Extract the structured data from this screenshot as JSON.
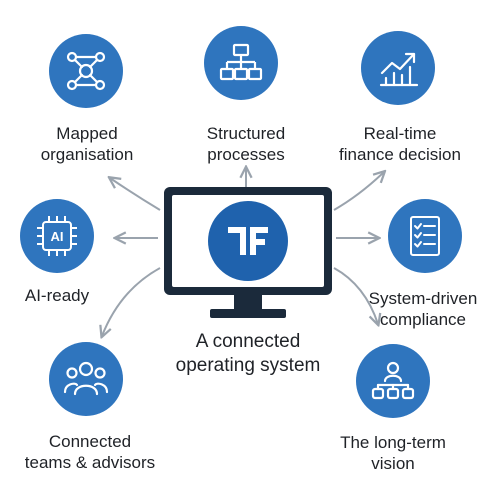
{
  "diagram": {
    "center": {
      "caption_lines": [
        "A connected",
        "operating system"
      ],
      "logo_icon": "rf-logo-icon"
    },
    "nodes": [
      {
        "id": "mapped",
        "label_lines": [
          "Mapped",
          "organisation"
        ],
        "icon": "network-icon"
      },
      {
        "id": "structured",
        "label_lines": [
          "Structured",
          "processes"
        ],
        "icon": "org-chart-icon"
      },
      {
        "id": "realtime",
        "label_lines": [
          "Real-time",
          "finance decision"
        ],
        "icon": "trend-chart-icon"
      },
      {
        "id": "ai",
        "label_lines": [
          "AI-ready"
        ],
        "icon": "ai-chip-icon"
      },
      {
        "id": "compliance",
        "label_lines": [
          "System-driven",
          "compliance"
        ],
        "icon": "checklist-icon"
      },
      {
        "id": "teams",
        "label_lines": [
          "Connected",
          "teams & advisors"
        ],
        "icon": "people-icon"
      },
      {
        "id": "vision",
        "label_lines": [
          "The long-term",
          "vision"
        ],
        "icon": "hierarchy-icon"
      }
    ],
    "colors": {
      "node_fill": "#2f75be",
      "monitor": "#1b2a3b",
      "logo_fill": "#1f62ad",
      "arrow": "#9aa3ad",
      "text": "#1f2227"
    }
  }
}
